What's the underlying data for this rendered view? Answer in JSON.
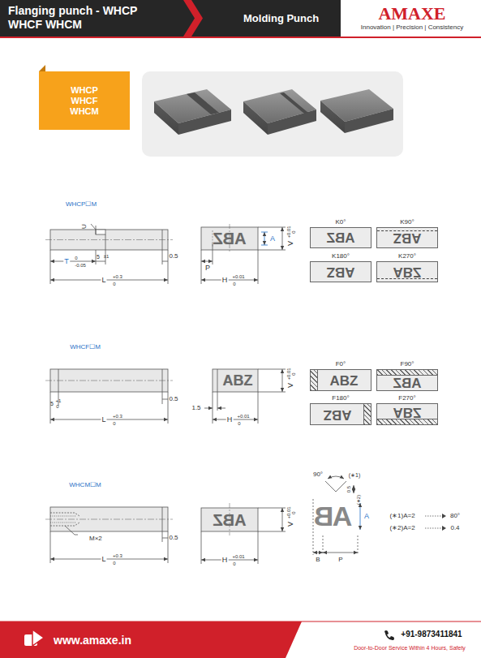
{
  "diagram": {
    "title": "Flanging punch - WHCP WHCF WHCM",
    "nodes": [
      {
        "text": [
          "WHCP",
          "WHCF",
          "WHCM"
        ]
      },
      {
        "text": [
          "K0°",
          "ABZ"
        ]
      },
      {
        "text": [
          "K90°",
          "ABZ"
        ]
      },
      {
        "text": [
          "K180°",
          "ABZ"
        ]
      },
      {
        "text": [
          "K270°",
          "ABZ"
        ]
      },
      {
        "text": [
          "F0°",
          "ABZ"
        ]
      },
      {
        "text": [
          "F90°",
          "ABZ"
        ]
      },
      {
        "text": [
          "F180°",
          "ABZ"
        ]
      },
      {
        "text": [
          "F270°",
          "ABZ"
        ]
      }
    ],
    "labels": [
      "Molding Punch",
      "AMAXE",
      "Innovation | Precision | Consistency",
      "WHCP☐M",
      "U",
      "T",
      "0",
      "-0.05",
      "5",
      "±1",
      "0.5",
      "L",
      "+0.3",
      "0",
      "ABZ",
      "A",
      "V",
      "+0.01",
      "0",
      "P",
      "H",
      "+0.01",
      "0",
      "WHCF☐M",
      "5",
      "+1",
      "0",
      "0.5",
      "L",
      "+0.3",
      "0",
      "1.5",
      "H",
      "+0.01",
      "0",
      "ABZ",
      "V",
      "+0.01",
      "0",
      "WHCM☐M",
      "M×2",
      "0.5",
      "L",
      "+0.3",
      "0",
      "ABZ",
      "H",
      "+0.01",
      "0",
      "V",
      "+0.01",
      "0",
      "90°",
      "(∗1)",
      "0.5",
      "(∗2)",
      "B",
      "A",
      "A",
      "B",
      "P",
      "(∗1)A=2",
      "80°",
      "(∗2)A=2",
      "0.4",
      "www.amaxe.in",
      "+91-9873411841",
      "Door-to-Door Service Within 4 Hours, Safety"
    ]
  }
}
